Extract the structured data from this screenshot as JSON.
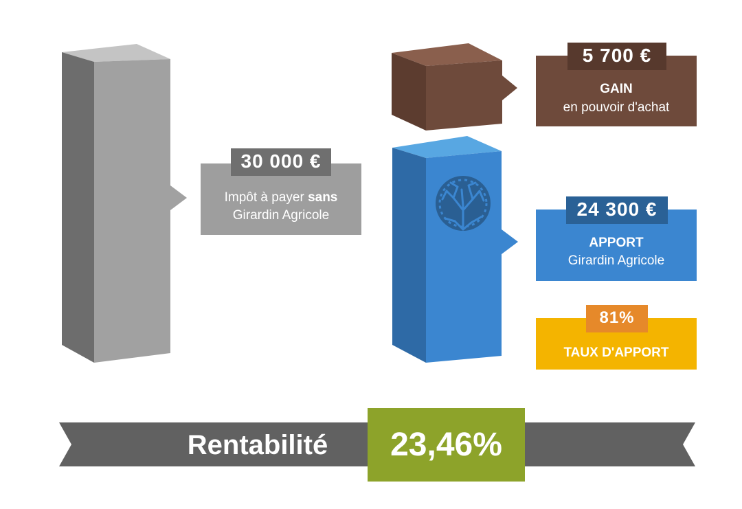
{
  "tax_block": {
    "amount": "30 000 €",
    "label_regular": "Impôt à payer ",
    "label_bold": "sans",
    "label_line2": "Girardin Agricole",
    "color": "#9e9e9e",
    "amount_bg": "#6f6f6f"
  },
  "gain_block": {
    "amount": "5 700 €",
    "title": "GAIN",
    "subtitle": "en pouvoir d'achat",
    "color": "#6e4a3b",
    "amount_bg": "#57392d"
  },
  "apport_block": {
    "amount": "24 300 €",
    "title": "APPORT",
    "subtitle": "Girardin Agricole",
    "color": "#3b86d0",
    "amount_bg": "#2a6196"
  },
  "taux_block": {
    "amount": "81%",
    "title": "TAUX D'APPORT",
    "color": "#f4b400",
    "amount_bg": "#e6892a"
  },
  "rentabilite": {
    "label": "Rentabilité",
    "value": "23,46%",
    "ribbon_color": "#616161",
    "value_bg": "#8da32a"
  },
  "icons": {
    "tree_icon": "tree-of-life-icon"
  }
}
